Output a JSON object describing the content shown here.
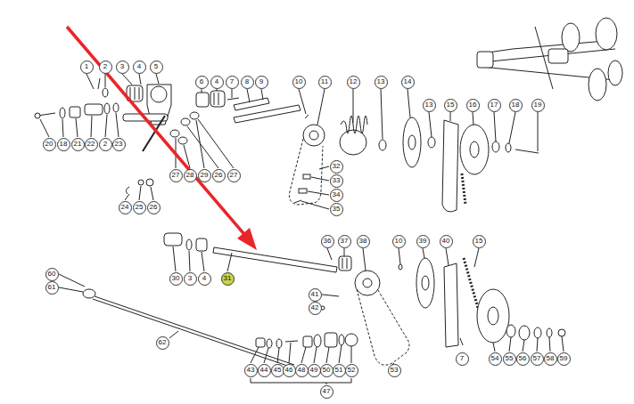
{
  "diagram": {
    "nodes": [
      {
        "text": [
          "1"
        ]
      },
      {
        "text": [
          "2"
        ]
      },
      {
        "text": [
          "3"
        ]
      },
      {
        "text": [
          "4"
        ]
      },
      {
        "text": [
          "5"
        ]
      },
      {
        "text": [
          "6"
        ]
      },
      {
        "text": [
          "4"
        ]
      },
      {
        "text": [
          "7"
        ]
      },
      {
        "text": [
          "8"
        ]
      },
      {
        "text": [
          "9"
        ]
      },
      {
        "text": [
          "10"
        ]
      },
      {
        "text": [
          "11"
        ]
      },
      {
        "text": [
          "12"
        ]
      },
      {
        "text": [
          "13"
        ]
      },
      {
        "text": [
          "14"
        ]
      },
      {
        "text": [
          "13"
        ]
      },
      {
        "text": [
          "15"
        ]
      },
      {
        "text": [
          "16"
        ]
      },
      {
        "text": [
          "17"
        ]
      },
      {
        "text": [
          "18"
        ]
      },
      {
        "text": [
          "19"
        ]
      },
      {
        "text": [
          "20"
        ]
      },
      {
        "text": [
          "18"
        ]
      },
      {
        "text": [
          "21"
        ]
      },
      {
        "text": [
          "22"
        ]
      },
      {
        "text": [
          "2"
        ]
      },
      {
        "text": [
          "23"
        ]
      },
      {
        "text": [
          "32"
        ]
      },
      {
        "text": [
          "33"
        ]
      },
      {
        "text": [
          "34"
        ]
      },
      {
        "text": [
          "35"
        ]
      },
      {
        "text": [
          "27"
        ]
      },
      {
        "text": [
          "28"
        ]
      },
      {
        "text": [
          "29"
        ]
      },
      {
        "text": [
          "26"
        ]
      },
      {
        "text": [
          "27"
        ]
      },
      {
        "text": [
          "24"
        ]
      },
      {
        "text": [
          "25"
        ]
      },
      {
        "text": [
          "26"
        ]
      },
      {
        "text": [
          "36"
        ]
      },
      {
        "text": [
          "37"
        ]
      },
      {
        "text": [
          "38"
        ]
      },
      {
        "text": [
          "10"
        ]
      },
      {
        "text": [
          "39"
        ]
      },
      {
        "text": [
          "40"
        ]
      },
      {
        "text": [
          "15"
        ]
      },
      {
        "text": [
          "60"
        ]
      },
      {
        "text": [
          "30"
        ]
      },
      {
        "text": [
          "3"
        ]
      },
      {
        "text": [
          "4"
        ]
      },
      {
        "text": [
          "31"
        ]
      },
      {
        "text": [
          "61"
        ]
      },
      {
        "text": [
          "41"
        ]
      },
      {
        "text": [
          "42"
        ]
      },
      {
        "text": [
          "62"
        ]
      },
      {
        "text": [
          "7"
        ]
      },
      {
        "text": [
          "54"
        ]
      },
      {
        "text": [
          "55"
        ]
      },
      {
        "text": [
          "56"
        ]
      },
      {
        "text": [
          "57"
        ]
      },
      {
        "text": [
          "58"
        ]
      },
      {
        "text": [
          "59"
        ]
      },
      {
        "text": [
          "43"
        ]
      },
      {
        "text": [
          "44"
        ]
      },
      {
        "text": [
          "45"
        ]
      },
      {
        "text": [
          "46"
        ]
      },
      {
        "text": [
          "48"
        ]
      },
      {
        "text": [
          "49"
        ]
      },
      {
        "text": [
          "50"
        ]
      },
      {
        "text": [
          "51"
        ]
      },
      {
        "text": [
          "52"
        ]
      },
      {
        "text": [
          "53"
        ]
      },
      {
        "text": [
          "47"
        ]
      }
    ]
  }
}
